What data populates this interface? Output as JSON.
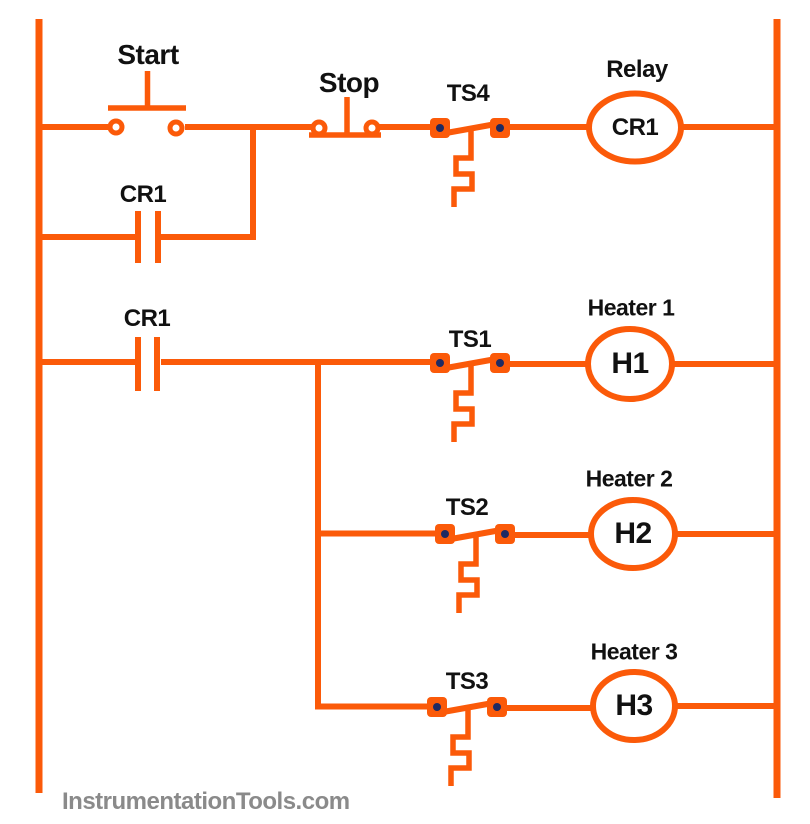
{
  "colors": {
    "accent": "#FB5A09",
    "terminal_dot": "#1E2A63",
    "label": "#111111",
    "watermark": "#8A8A8A"
  },
  "labels": {
    "start": "Start",
    "stop": "Stop",
    "ts4": "TS4",
    "relay_title": "Relay",
    "relay_coil": "CR1",
    "seal_contact": "CR1",
    "run_contact": "CR1",
    "ts1": "TS1",
    "heater1_title": "Heater 1",
    "heater1_coil": "H1",
    "ts2": "TS2",
    "heater2_title": "Heater 2",
    "heater2_coil": "H2",
    "ts3": "TS3",
    "heater3_title": "Heater 3",
    "heater3_coil": "H3"
  },
  "watermark": "InstrumentationTools.com"
}
